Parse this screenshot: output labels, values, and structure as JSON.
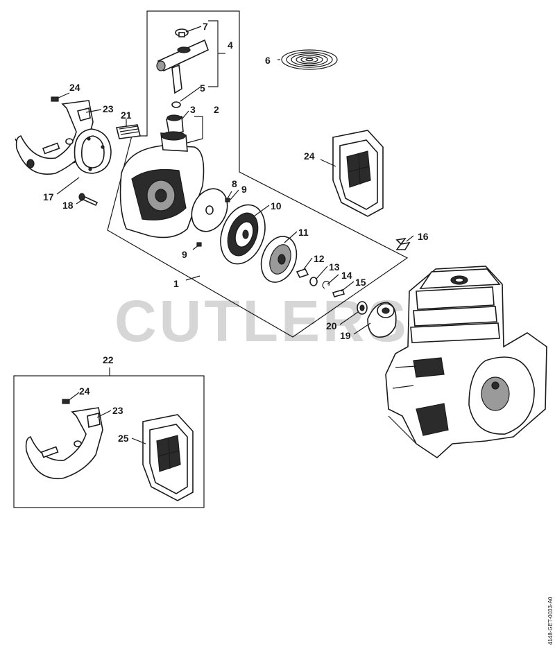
{
  "diagram": {
    "watermark": "CUTLERS",
    "drawing_code": "4148-GET-0033-A0",
    "callouts": {
      "c1": "1",
      "c2": "2",
      "c3": "3",
      "c4": "4",
      "c5": "5",
      "c6": "6",
      "c7": "7",
      "c8": "8",
      "c9a": "9",
      "c9b": "9",
      "c10": "10",
      "c11": "11",
      "c12": "12",
      "c13": "13",
      "c14": "14",
      "c15": "15",
      "c16": "16",
      "c17": "17",
      "c18": "18",
      "c19": "19",
      "c20": "20",
      "c21": "21",
      "c22": "22",
      "c23a": "23",
      "c23b": "23",
      "c24a": "24",
      "c24b": "24",
      "c24c": "24",
      "c25": "25"
    }
  }
}
